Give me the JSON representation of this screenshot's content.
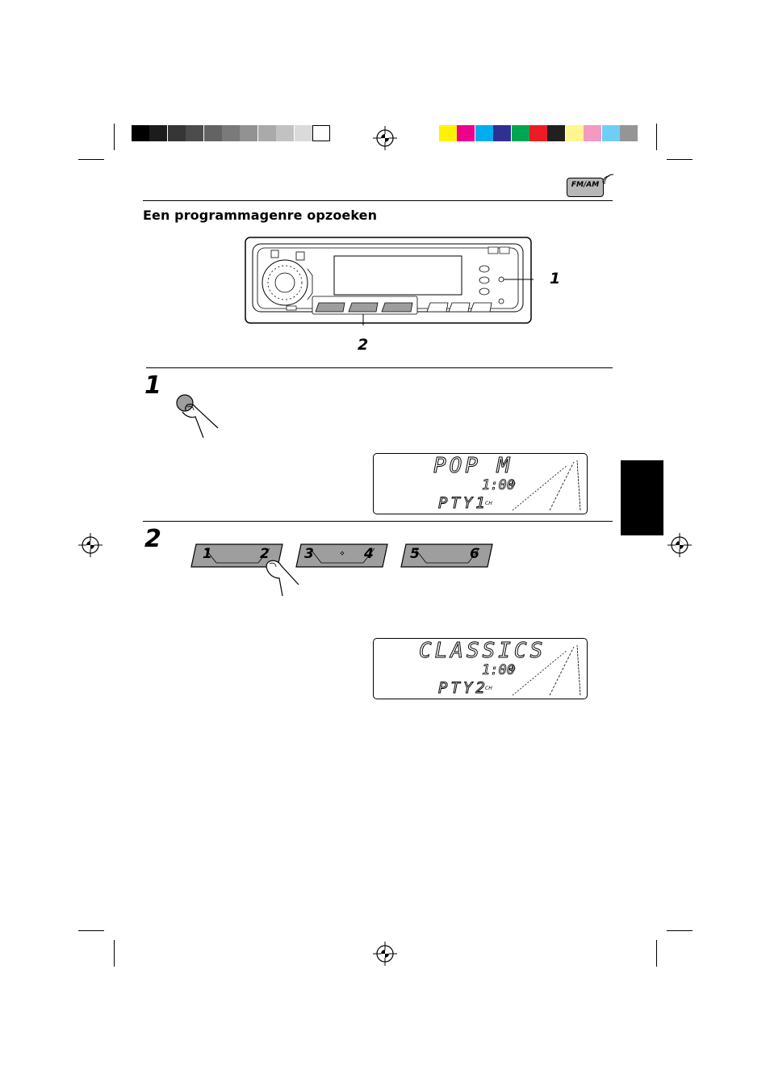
{
  "badge": {
    "label": "FM/AM",
    "icon": "fm-am-radio-icon"
  },
  "section_title": "Een programmagenre opzoeken",
  "callouts": {
    "one": "1",
    "two": "2"
  },
  "steps": [
    {
      "number": "1"
    },
    {
      "number": "2"
    }
  ],
  "preset_buttons": [
    {
      "left": "1",
      "right": "2"
    },
    {
      "left": "3",
      "right": "4"
    },
    {
      "left": "5",
      "right": "6"
    }
  ],
  "displays": [
    {
      "main": "POP M",
      "time": "1:00",
      "pty": "PTY1",
      "ch": "CH"
    },
    {
      "main": "CLASSICS",
      "time": "1:00",
      "pty": "PTY2",
      "ch": "CH"
    }
  ],
  "colors": {
    "gray_bar": [
      "#000000",
      "#1c1c1c",
      "#363636",
      "#4c4c4c",
      "#636363",
      "#7a7a7a",
      "#929292",
      "#aaaaaa",
      "#c2c2c2",
      "#dadada",
      "#ffffff"
    ],
    "color_bar": [
      "#fff200",
      "#ec008c",
      "#00aeef",
      "#2e3192",
      "#00a651",
      "#ed1c24",
      "#231f20",
      "#fff68f",
      "#f49ac1",
      "#6dcff6",
      "#959595"
    ]
  }
}
